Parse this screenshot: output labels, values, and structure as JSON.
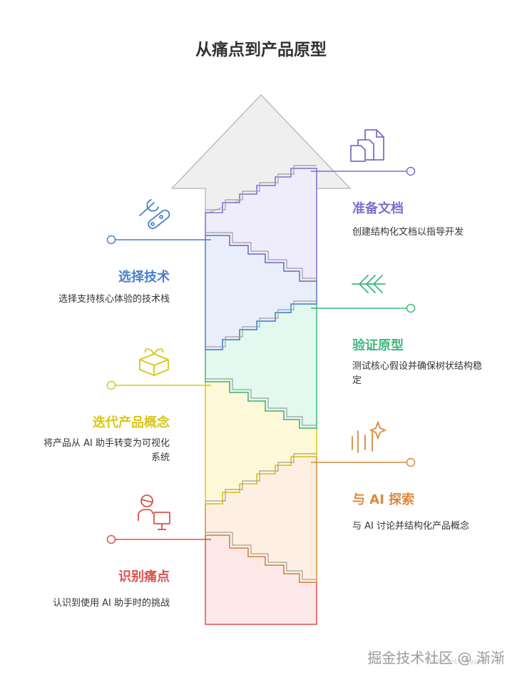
{
  "title": "从痛点到产品原型",
  "steps": [
    {
      "id": "identify",
      "title": "识别痛点",
      "desc": "认识到使用 AI 助手时的挑战",
      "side": "left",
      "color": "#d9534f",
      "fill": "#fde8e8",
      "icon": "person-computer-icon"
    },
    {
      "id": "explore",
      "title": "与 AI 探索",
      "desc": "与 AI 讨论并结构化产品概念",
      "side": "right",
      "color": "#d98a3d",
      "fill": "#fdf0e3",
      "icon": "sparkle-lines-icon"
    },
    {
      "id": "iterate",
      "title": "迭代产品概念",
      "desc": "将产品从 AI 助手转变为可视化系统",
      "side": "left",
      "color": "#d9c61a",
      "fill": "#fdf9d8",
      "icon": "gift-box-icon"
    },
    {
      "id": "validate",
      "title": "验证原型",
      "desc": "测试核心假设并确保树状结构稳定",
      "side": "right",
      "color": "#3db87e",
      "fill": "#e3f8ee",
      "icon": "arrow-left-icon"
    },
    {
      "id": "tech",
      "title": "选择技术",
      "desc": "选择支持核心体验的技术栈",
      "side": "left",
      "color": "#4a7fcf",
      "fill": "#e8effb",
      "icon": "wrench-tools-icon"
    },
    {
      "id": "docs",
      "title": "准备文档",
      "desc": "创建结构化文档以指导开发",
      "side": "right",
      "color": "#7e6ecf",
      "fill": "#efecfb",
      "icon": "documents-icon"
    }
  ],
  "arrow_head_color": "#efefef",
  "watermark": "掘金技术社区 @ 渐渐",
  "made_with": "Made with Napkin"
}
